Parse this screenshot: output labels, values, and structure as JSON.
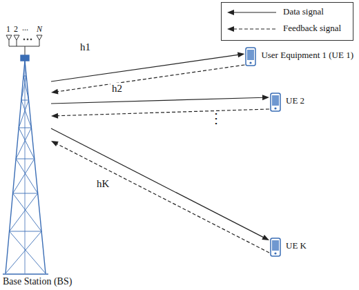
{
  "diagram": {
    "nodes": [
      {
        "text": [
          "Base Station (BS)"
        ]
      },
      {
        "text": [
          "User Equipment 1 (UE 1)"
        ]
      },
      {
        "text": [
          "UE 2"
        ]
      },
      {
        "text": [
          "UE K"
        ]
      }
    ],
    "edges": [
      {
        "from": 0,
        "to": 1,
        "arrow": "to",
        "label": "h1"
      },
      {
        "from": 1,
        "to": 0,
        "arrow": "to"
      },
      {
        "from": 0,
        "to": 2,
        "arrow": "to",
        "label": "h2"
      },
      {
        "from": 2,
        "to": 0,
        "arrow": "to"
      },
      {
        "from": 0,
        "to": 3,
        "arrow": "to",
        "label": "hK"
      },
      {
        "from": 3,
        "to": 0,
        "arrow": "to"
      }
    ],
    "labels": [
      "1",
      "2",
      "...",
      "N",
      "⋮"
    ],
    "legend": [
      {
        "text": "Data signal"
      },
      {
        "text": "Feedback signal"
      }
    ]
  }
}
